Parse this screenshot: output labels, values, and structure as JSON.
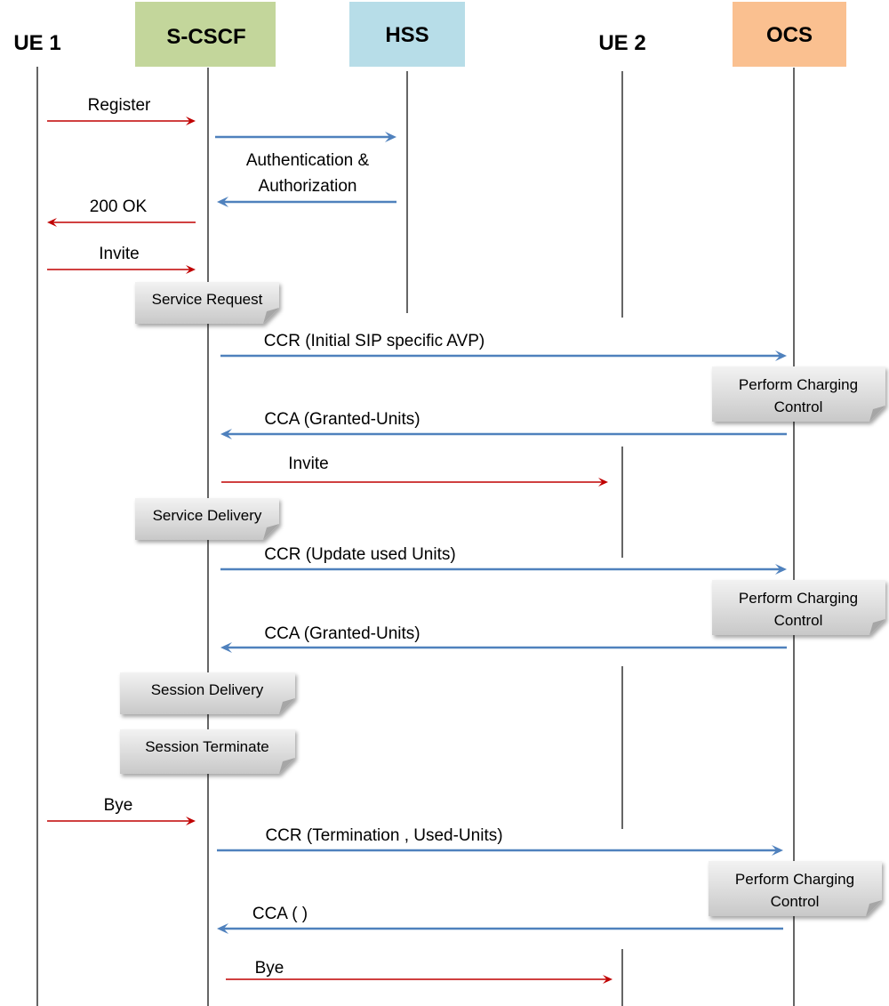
{
  "participants": [
    {
      "id": "ue1",
      "label": "UE 1",
      "fill": ""
    },
    {
      "id": "scscf",
      "label": "S-CSCF",
      "fill": "#c3d69b"
    },
    {
      "id": "hss",
      "label": "HSS",
      "fill": "#b7dde8"
    },
    {
      "id": "ue2",
      "label": "UE 2",
      "fill": ""
    },
    {
      "id": "ocs",
      "label": "OCS",
      "fill": "#fac090"
    }
  ],
  "colors": {
    "sip_arrow": "#c00000",
    "diameter_arrow": "#4f81bd",
    "note_fill_top": "#f2f2f2",
    "note_fill_bottom": "#c8c8c8"
  },
  "messages": [
    {
      "id": "register",
      "from": "ue1",
      "to": "scscf",
      "kind": "sip",
      "label": [
        "Register"
      ]
    },
    {
      "id": "auth-request",
      "from": "scscf",
      "to": "hss",
      "kind": "diameter",
      "label": []
    },
    {
      "id": "auth-response",
      "from": "hss",
      "to": "scscf",
      "kind": "diameter",
      "label": [
        "Authentication &",
        "Authorization"
      ]
    },
    {
      "id": "200-ok",
      "from": "scscf",
      "to": "ue1",
      "kind": "sip",
      "label": [
        "200 OK"
      ]
    },
    {
      "id": "invite-1",
      "from": "ue1",
      "to": "scscf",
      "kind": "sip",
      "label": [
        "Invite"
      ]
    },
    {
      "id": "ccr-initial",
      "from": "scscf",
      "to": "ocs",
      "kind": "diameter",
      "label": [
        "CCR (Initial SIP specific AVP)"
      ]
    },
    {
      "id": "cca-granted-1",
      "from": "ocs",
      "to": "scscf",
      "kind": "diameter",
      "label": [
        "CCA (Granted-Units)"
      ]
    },
    {
      "id": "invite-2",
      "from": "scscf",
      "to": "ue2",
      "kind": "sip",
      "label": [
        "Invite"
      ]
    },
    {
      "id": "ccr-update",
      "from": "scscf",
      "to": "ocs",
      "kind": "diameter",
      "label": [
        "CCR (Update used Units)"
      ]
    },
    {
      "id": "cca-granted-2",
      "from": "ocs",
      "to": "scscf",
      "kind": "diameter",
      "label": [
        "CCA (Granted-Units)"
      ]
    },
    {
      "id": "bye-1",
      "from": "ue1",
      "to": "scscf",
      "kind": "sip",
      "label": [
        "Bye"
      ]
    },
    {
      "id": "ccr-termination",
      "from": "scscf",
      "to": "ocs",
      "kind": "diameter",
      "label": [
        "CCR (Termination , Used-Units)"
      ]
    },
    {
      "id": "cca-empty",
      "from": "ocs",
      "to": "scscf",
      "kind": "diameter",
      "label": [
        "CCA ( )"
      ]
    },
    {
      "id": "bye-2",
      "from": "scscf",
      "to": "ue2",
      "kind": "sip",
      "label": [
        "Bye"
      ]
    }
  ],
  "notes": [
    {
      "id": "service-request",
      "on": "scscf",
      "label": [
        "Service Request"
      ]
    },
    {
      "id": "perform-charging-control-1",
      "on": "ocs",
      "label": [
        "Perform Charging",
        "Control"
      ]
    },
    {
      "id": "service-delivery",
      "on": "scscf",
      "label": [
        "Service Delivery"
      ]
    },
    {
      "id": "perform-charging-control-2",
      "on": "ocs",
      "label": [
        "Perform Charging",
        "Control"
      ]
    },
    {
      "id": "session-delivery",
      "on": "scscf",
      "label": [
        "Session Delivery"
      ]
    },
    {
      "id": "session-terminate",
      "on": "scscf",
      "label": [
        "Session Terminate"
      ]
    },
    {
      "id": "perform-charging-control-3",
      "on": "ocs",
      "label": [
        "Perform Charging",
        "Control"
      ]
    }
  ]
}
